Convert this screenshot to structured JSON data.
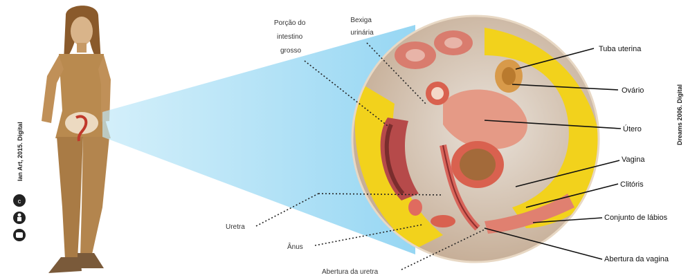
{
  "labels": {
    "porcao": [
      "Porção do",
      "intestino",
      "grosso"
    ],
    "bexiga": [
      "Bexiga",
      "urinária"
    ],
    "tuba": "Tuba uterina",
    "ovario": "Ovário",
    "utero": "Útero",
    "vagina": "Vagina",
    "clitoris": "Clitóris",
    "labios": "Conjunto de lábios",
    "abertura_vagina": "Abertura da vagina",
    "uretra": "Uretra",
    "anus": "Ânus",
    "abertura_uretra": "Abertura da uretra"
  },
  "credits": {
    "left": "Ian Art, 2015. Digital",
    "right": "Dreams 2006. Digital"
  },
  "colors": {
    "skin": "#b98a4f",
    "beam": "#8fd3f0",
    "fat": "#f2d21c",
    "muscle": "#d8645a",
    "background_tissue": "#c9b6a4"
  },
  "icons": [
    "cc-icon",
    "by-icon",
    "nc-icon"
  ]
}
